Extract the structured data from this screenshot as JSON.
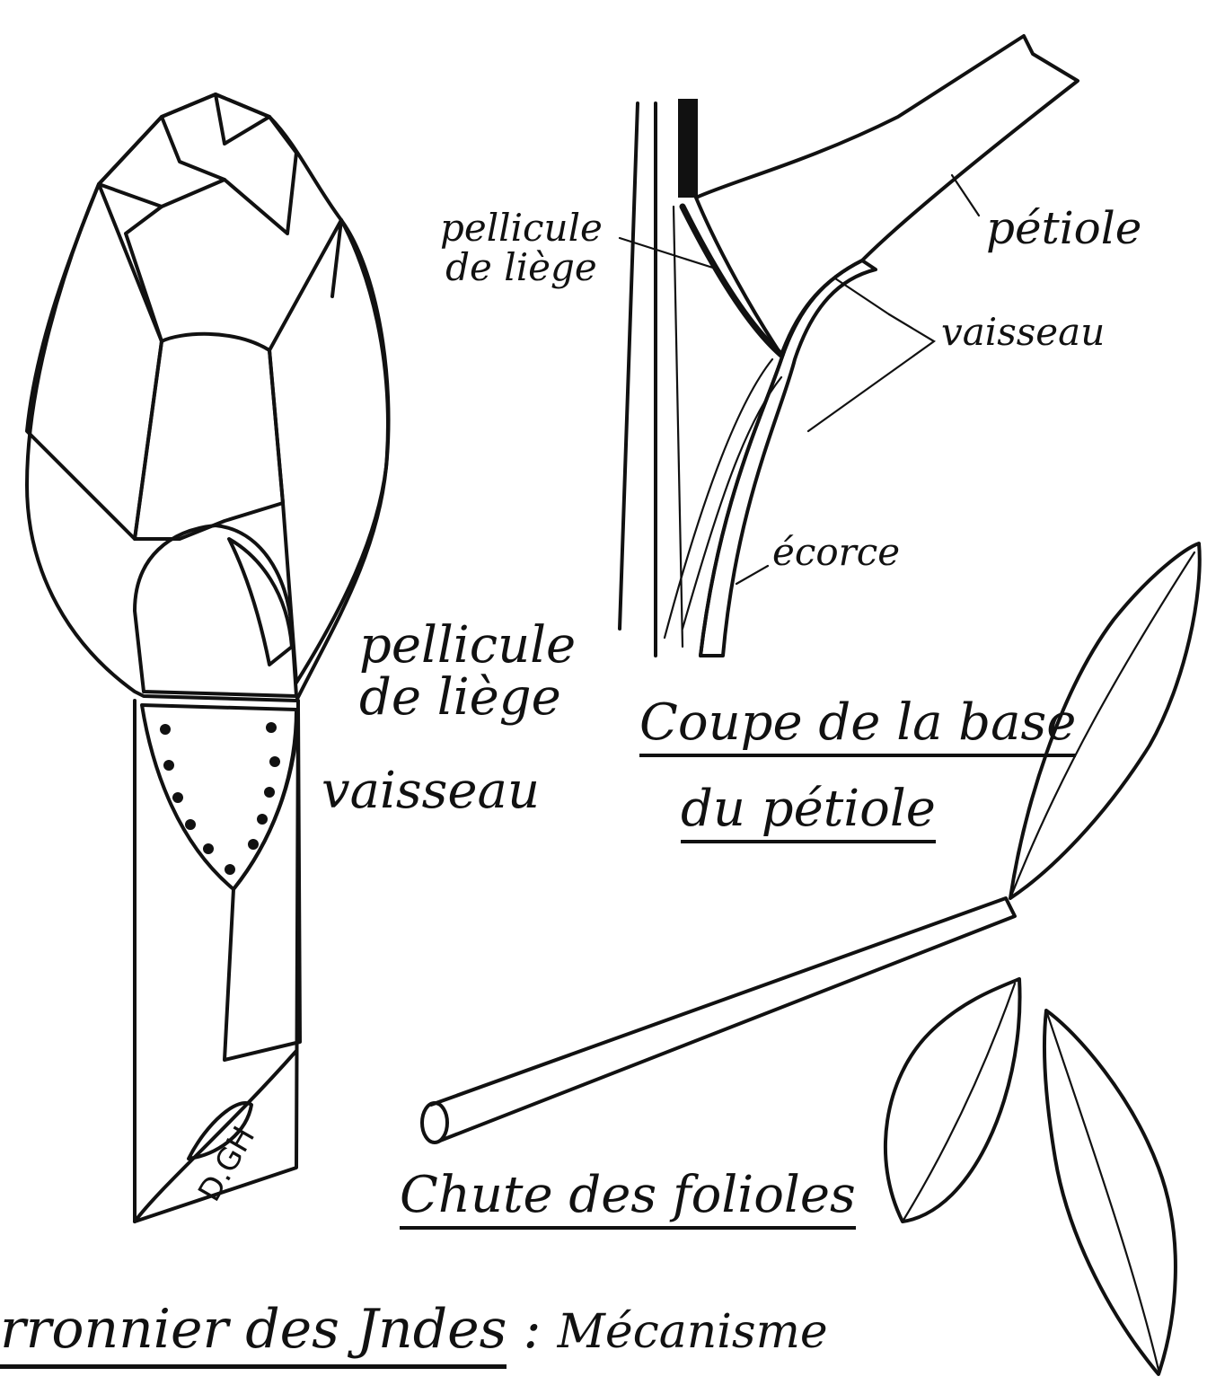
{
  "labels": {
    "cork_film_top": "pellicule\nde liège",
    "petiole": "pétiole",
    "vessel_top": "vaisseau",
    "bark": "écorce",
    "cork_film_bottom": "pellicule\nde liège",
    "vessel_bottom": "vaisseau",
    "section_title_line1": "Coupe de la base",
    "section_title_line2": "du pétiole",
    "leaflet_fall": "Chute des folioles",
    "caption_main": "rronnier des Jndes",
    "caption_colon": ":",
    "caption_tail": "Mécanisme",
    "signature": "D.GH"
  }
}
